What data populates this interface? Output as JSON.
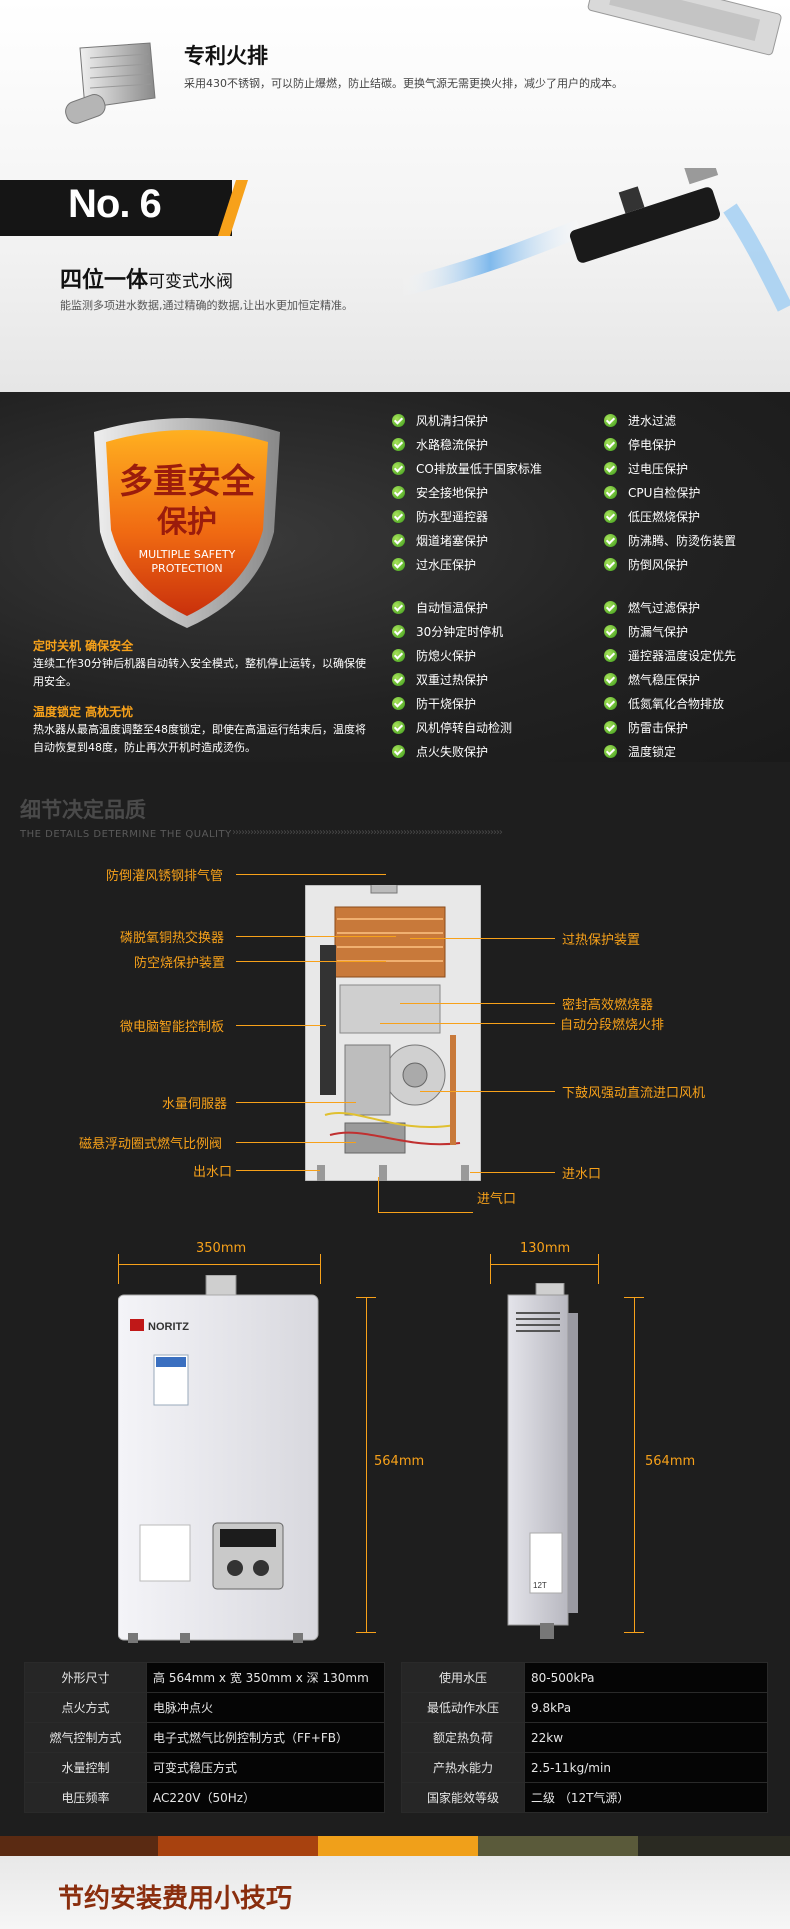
{
  "section_patent": {
    "title": "专利火排",
    "desc": "采用430不锈钢，可以防止爆燃，防止结碳。更换气源无需更换火排，减少了用户的成本。"
  },
  "section_no6": {
    "number": "No. 6",
    "title_bold": "四位一体",
    "title_light": "可变式水阀",
    "desc": "能监测多项进水数据,通过精确的数据,让出水更加恒定精准。"
  },
  "safety": {
    "shield_line1": "多重安全",
    "shield_line2": "保护",
    "shield_en_line1": "MULTIPLE SAFETY",
    "shield_en_line2": "PROTECTION",
    "feature1_title": "定时关机 确保安全",
    "feature1_text": "连续工作30分钟后机器自动转入安全模式，整机停止运转，以确保使用安全。",
    "feature2_title": "温度锁定 高枕无忧",
    "feature2_text": "热水器从最高温度调整至48度锁定，即使在高温运行结束后，温度将自动恢复到48度，防止再次开机时造成烫伤。",
    "list_col1_top": [
      "风机清扫保护",
      "水路稳流保护",
      "CO排放量低于国家标准",
      "安全接地保护",
      "防水型遥控器",
      "烟道堵塞保护",
      "过水压保护"
    ],
    "list_col2_top": [
      "进水过滤",
      "停电保护",
      "过电压保护",
      "CPU自检保护",
      "低压燃烧保护",
      "防沸腾、防烫伤装置",
      "防倒风保护"
    ],
    "list_col1_bottom": [
      "自动恒温保护",
      "30分钟定时停机",
      "防熄火保护",
      "双重过热保护",
      "防干烧保护",
      "风机停转自动检测",
      "点火失败保护"
    ],
    "list_col2_bottom": [
      "燃气过滤保护",
      "防漏气保护",
      "遥控器温度设定优先",
      "燃气稳压保护",
      "低氮氧化合物排放",
      "防雷击保护",
      "温度锁定"
    ]
  },
  "details": {
    "title": "细节决定品质",
    "subtitle": "THE DETAILS DETERMINE THE QUALITY",
    "arrows": "››››››››››››››››››››››››››››››››››››››››››››››››››››››››››››››››››››››››››››››››››››››››››",
    "labels": {
      "exhaust": "防倒灌风锈钢排气管",
      "exchanger": "磷脱氧铜热交换器",
      "anti_dry": "防空烧保护装置",
      "pcb": "微电脑智能控制板",
      "servo": "水量伺服器",
      "gas_valve": "磁悬浮动圈式燃气比例阀",
      "water_out": "出水口",
      "overheat": "过热保护装置",
      "burner": "密封高效燃烧器",
      "segment": "自动分段燃烧火排",
      "fan": "下鼓风强动直流进口风机",
      "water_in": "进水口",
      "gas_in": "进气口"
    },
    "dims": {
      "front_width": "350mm",
      "front_height": "564mm",
      "side_width": "130mm",
      "side_height": "564mm"
    },
    "brand": "NORITZ",
    "side_label": "12T"
  },
  "spec_left": [
    {
      "key": "外形尺寸",
      "value": "高 564mm x 宽 350mm x 深 130mm"
    },
    {
      "key": "点火方式",
      "value": "电脉冲点火"
    },
    {
      "key": "燃气控制方式",
      "value": "电子式燃气比例控制方式（FF+FB）"
    },
    {
      "key": "水量控制",
      "value": "可变式稳压方式"
    },
    {
      "key": "电压频率",
      "value": "AC220V（50Hz）"
    }
  ],
  "spec_right": [
    {
      "key": "使用水压",
      "value": "80-500kPa"
    },
    {
      "key": "最低动作水压",
      "value": "9.8kPa"
    },
    {
      "key": "额定热负荷",
      "value": "22kw"
    },
    {
      "key": "产热水能力",
      "value": "2.5-11kg/min"
    },
    {
      "key": "国家能效等级",
      "value": "二级 （12T气源）"
    }
  ],
  "bottom": {
    "title": "节约安装费用小技巧"
  },
  "colors": {
    "accent": "#f7a11a",
    "check_green": "#5cb82a",
    "shield_red": "#e0421a",
    "bottom_title": "#8a2e0e"
  },
  "icons": [
    "check-icon"
  ]
}
